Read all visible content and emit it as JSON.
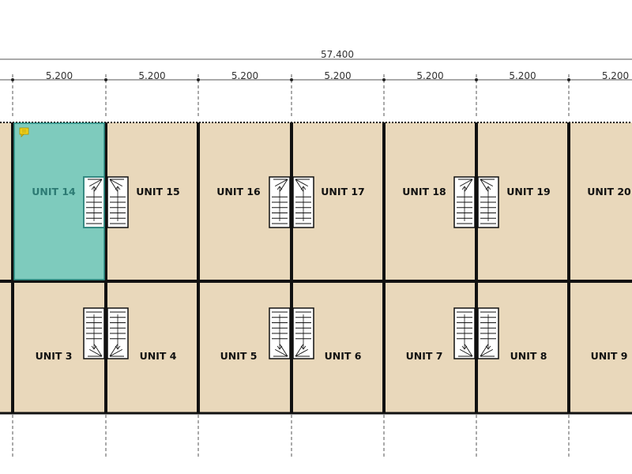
{
  "plan": {
    "overall_dimension": "57.400",
    "bay_dimensions": [
      "5.200",
      "5.200",
      "5.200",
      "5.200",
      "5.200",
      "5.200",
      "5.200"
    ],
    "upper_row_units": [
      "UNIT 14",
      "UNIT 15",
      "UNIT 16",
      "UNIT 17",
      "UNIT 18",
      "UNIT 19",
      "UNIT 20"
    ],
    "lower_row_units": [
      "UNIT 3",
      "UNIT 4",
      "UNIT 5",
      "UNIT 6",
      "UNIT 7",
      "UNIT 8",
      "UNIT 9"
    ],
    "selected_unit": "UNIT 14",
    "colors": {
      "unit_fill": "#e9d8bb",
      "selected_fill": "#7ecbbd",
      "selected_stroke": "#2c8f86",
      "wall": "#111111",
      "dimension_line": "#555555",
      "comment_marker": "#f2d21b"
    },
    "icons": {
      "comment": "comment-marker-icon",
      "stair": "staircase-icon"
    }
  }
}
